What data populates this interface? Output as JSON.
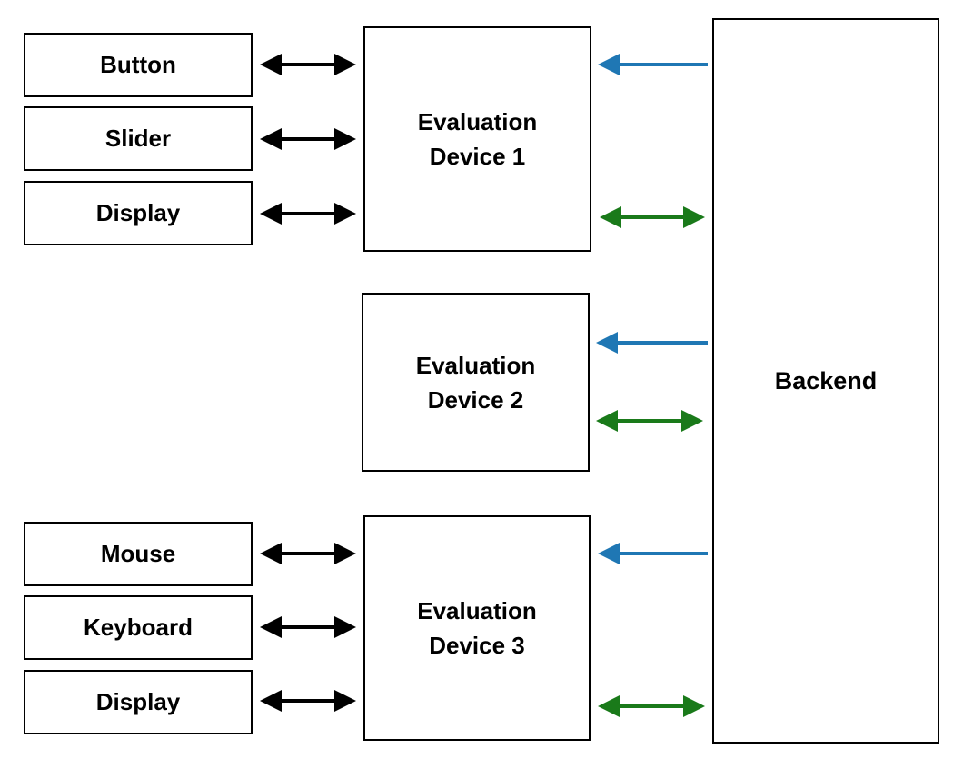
{
  "peripherals_top": [
    "Button",
    "Slider",
    "Display"
  ],
  "peripherals_bottom": [
    "Mouse",
    "Keyboard",
    "Display"
  ],
  "devices": [
    {
      "line1": "Evaluation",
      "line2": "Device 1"
    },
    {
      "line1": "Evaluation",
      "line2": "Device 2"
    },
    {
      "line1": "Evaluation",
      "line2": "Device 3"
    }
  ],
  "backend": "Backend",
  "colors": {
    "peripheral_arrow": "#000000",
    "backend_to_device_arrow": "#1f77b4",
    "bidirectional_backend_arrow": "#1a7a1a"
  }
}
